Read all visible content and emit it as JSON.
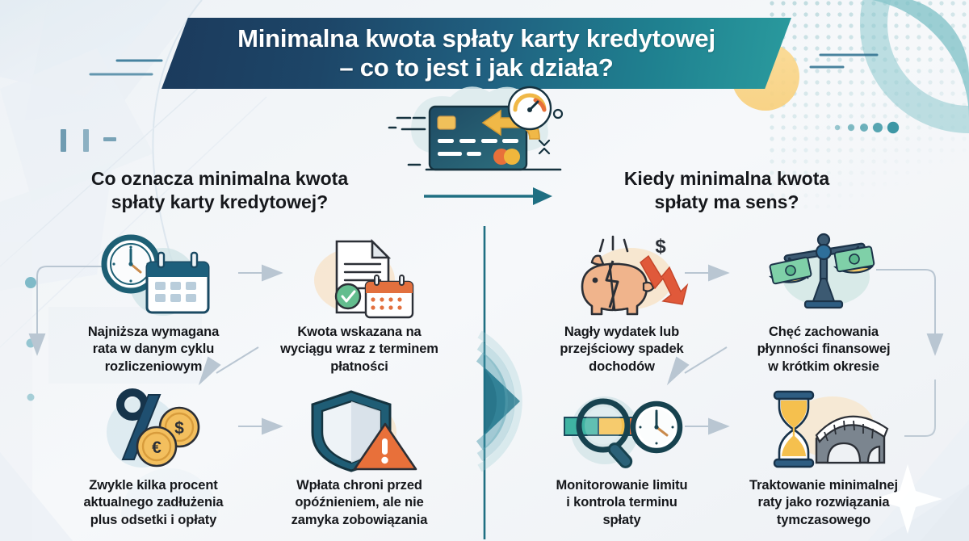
{
  "banner": {
    "title_line1": "Minimalna kwota spłaty karty kredytowej",
    "title_line2": "– co to jest i jak działa?",
    "gradient_from": "#1b3a5c",
    "gradient_to": "#2a9b9e"
  },
  "hero": {
    "icon": "credit-card-speedometer-illustration",
    "card_color": "#1f4a63",
    "arrow_color": "#f0b847"
  },
  "sections": [
    {
      "id": "left",
      "heading_line1": "Co oznacza minimalna kwota",
      "heading_line2": "spłaty karty kredytowej?",
      "cards": [
        {
          "icon": "clock-calendar-icon",
          "caption_line1": "Najniższa wymagana",
          "caption_line2": "rata w danym cyklu",
          "caption_line3": "rozliczeniowym"
        },
        {
          "icon": "document-check-calendar-icon",
          "caption_line1": "Kwota wskazana na",
          "caption_line2": "wyciągu wraz z terminem",
          "caption_line3": "płatności"
        },
        {
          "icon": "percent-coins-icon",
          "caption_line1": "Zwykle kilka procent",
          "caption_line2": "aktualnego zadłużenia",
          "caption_line3": "plus odsetki i opłaty"
        },
        {
          "icon": "shield-warning-icon",
          "caption_line1": "Wpłata chroni przed",
          "caption_line2": "opóźnieniem, ale nie",
          "caption_line3": "zamyka zobowiązania"
        }
      ]
    },
    {
      "id": "right",
      "heading_line1": "Kiedy minimalna kwota",
      "heading_line2": "spłaty ma sens?",
      "cards": [
        {
          "icon": "broken-piggy-bank-down-arrow-icon",
          "caption_line1": "Nagły wydatek lub",
          "caption_line2": "przejściowy spadek",
          "caption_line3": "dochodów"
        },
        {
          "icon": "balance-scales-money-icon",
          "caption_line1": "Chęć zachowania",
          "caption_line2": "płynności finansowej",
          "caption_line3": "w krótkim okresie"
        },
        {
          "icon": "magnifier-progress-clock-icon",
          "caption_line1": "Monitorowanie limitu",
          "caption_line2": "i kontrola terminu",
          "caption_line3": "spłaty"
        },
        {
          "icon": "hourglass-bridge-icon",
          "caption_line1": "Traktowanie minimalnej",
          "caption_line2": "raty jako rozwiązania",
          "caption_line3": "tymczasowego"
        }
      ]
    }
  ],
  "decor": {
    "section_arrow": "arrow-right-teal",
    "center_divider": "vertical-divider-chevron",
    "flow_arrow_color": "#b9c6d2",
    "teal": "#2a8f9e",
    "navy": "#1b3a5c",
    "sparkle": "sparkle-icon"
  }
}
